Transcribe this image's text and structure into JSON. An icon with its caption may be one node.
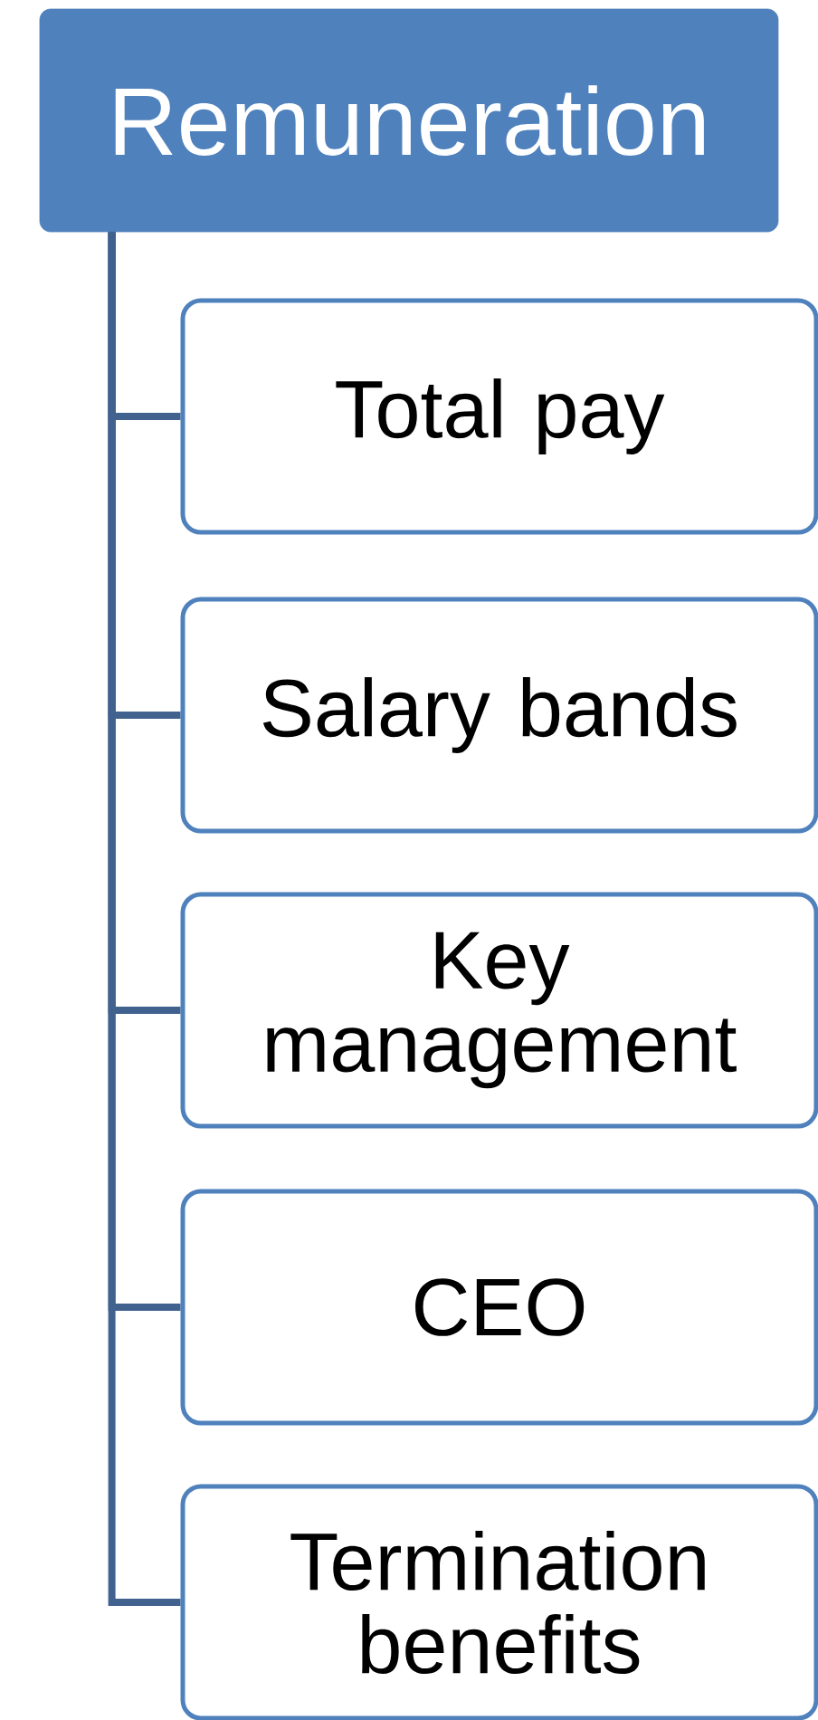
{
  "diagram": {
    "nodes": [
      {
        "text": [
          "Remuneration"
        ]
      },
      {
        "text": [
          "Total pay"
        ]
      },
      {
        "text": [
          "Salary bands"
        ]
      },
      {
        "text": [
          "Key management"
        ]
      },
      {
        "text": [
          "CEO"
        ]
      },
      {
        "text": [
          "Termination benefits"
        ]
      }
    ],
    "edges": [
      {
        "from": 0,
        "to": 1,
        "arrow": "none"
      },
      {
        "from": 0,
        "to": 2,
        "arrow": "none"
      },
      {
        "from": 0,
        "to": 3,
        "arrow": "none"
      },
      {
        "from": 0,
        "to": 4,
        "arrow": "none"
      },
      {
        "from": 0,
        "to": 5,
        "arrow": "none"
      }
    ]
  }
}
